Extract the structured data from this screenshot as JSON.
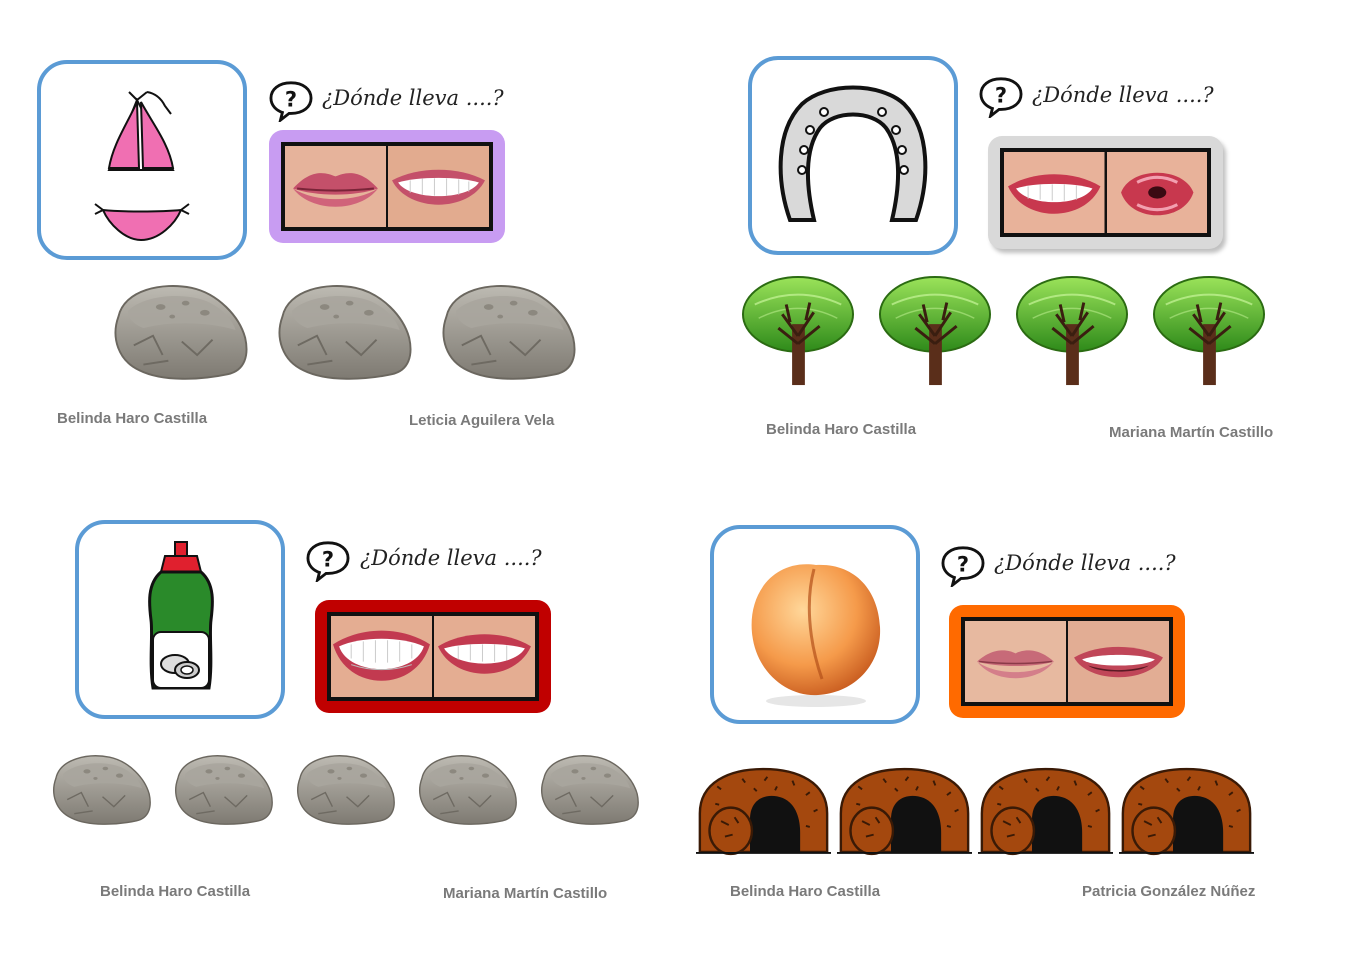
{
  "question_text": "¿Dónde lleva ....?",
  "colors": {
    "picture_border": "#5b9bd5",
    "frame_card1": "#c89cf2",
    "frame_card2": "#d9d9d9",
    "frame_card3": "#c00000",
    "frame_card4": "#ff6a00",
    "author_text": "#7a7a7a"
  },
  "cards": [
    {
      "picture": "bikini-icon",
      "mouths": [
        "closed-lips-mouth",
        "smiling-teeth-mouth"
      ],
      "row_item": "rock-icon",
      "row_count": 3,
      "authors": [
        "Belinda Haro Castilla",
        "Leticia Aguilera Vela"
      ]
    },
    {
      "picture": "horseshoe-icon",
      "mouths": [
        "smiling-teeth-mouth",
        "kiss-mouth"
      ],
      "row_item": "tree-icon",
      "row_count": 4,
      "authors": [
        "Belinda Haro Castilla",
        "Mariana Martín Castillo"
      ]
    },
    {
      "picture": "dish-soap-bottle-icon",
      "mouths": [
        "wide-smile-mouth",
        "smiling-teeth-mouth"
      ],
      "row_item": "rock-icon",
      "row_count": 5,
      "authors": [
        "Belinda Haro Castilla",
        "Mariana Martín Castillo"
      ]
    },
    {
      "picture": "peach-icon",
      "mouths": [
        "closed-lips-mouth",
        "open-smile-mouth"
      ],
      "row_item": "cave-icon",
      "row_count": 4,
      "authors": [
        "Belinda Haro Castilla",
        "Patricia González Núñez"
      ]
    }
  ]
}
